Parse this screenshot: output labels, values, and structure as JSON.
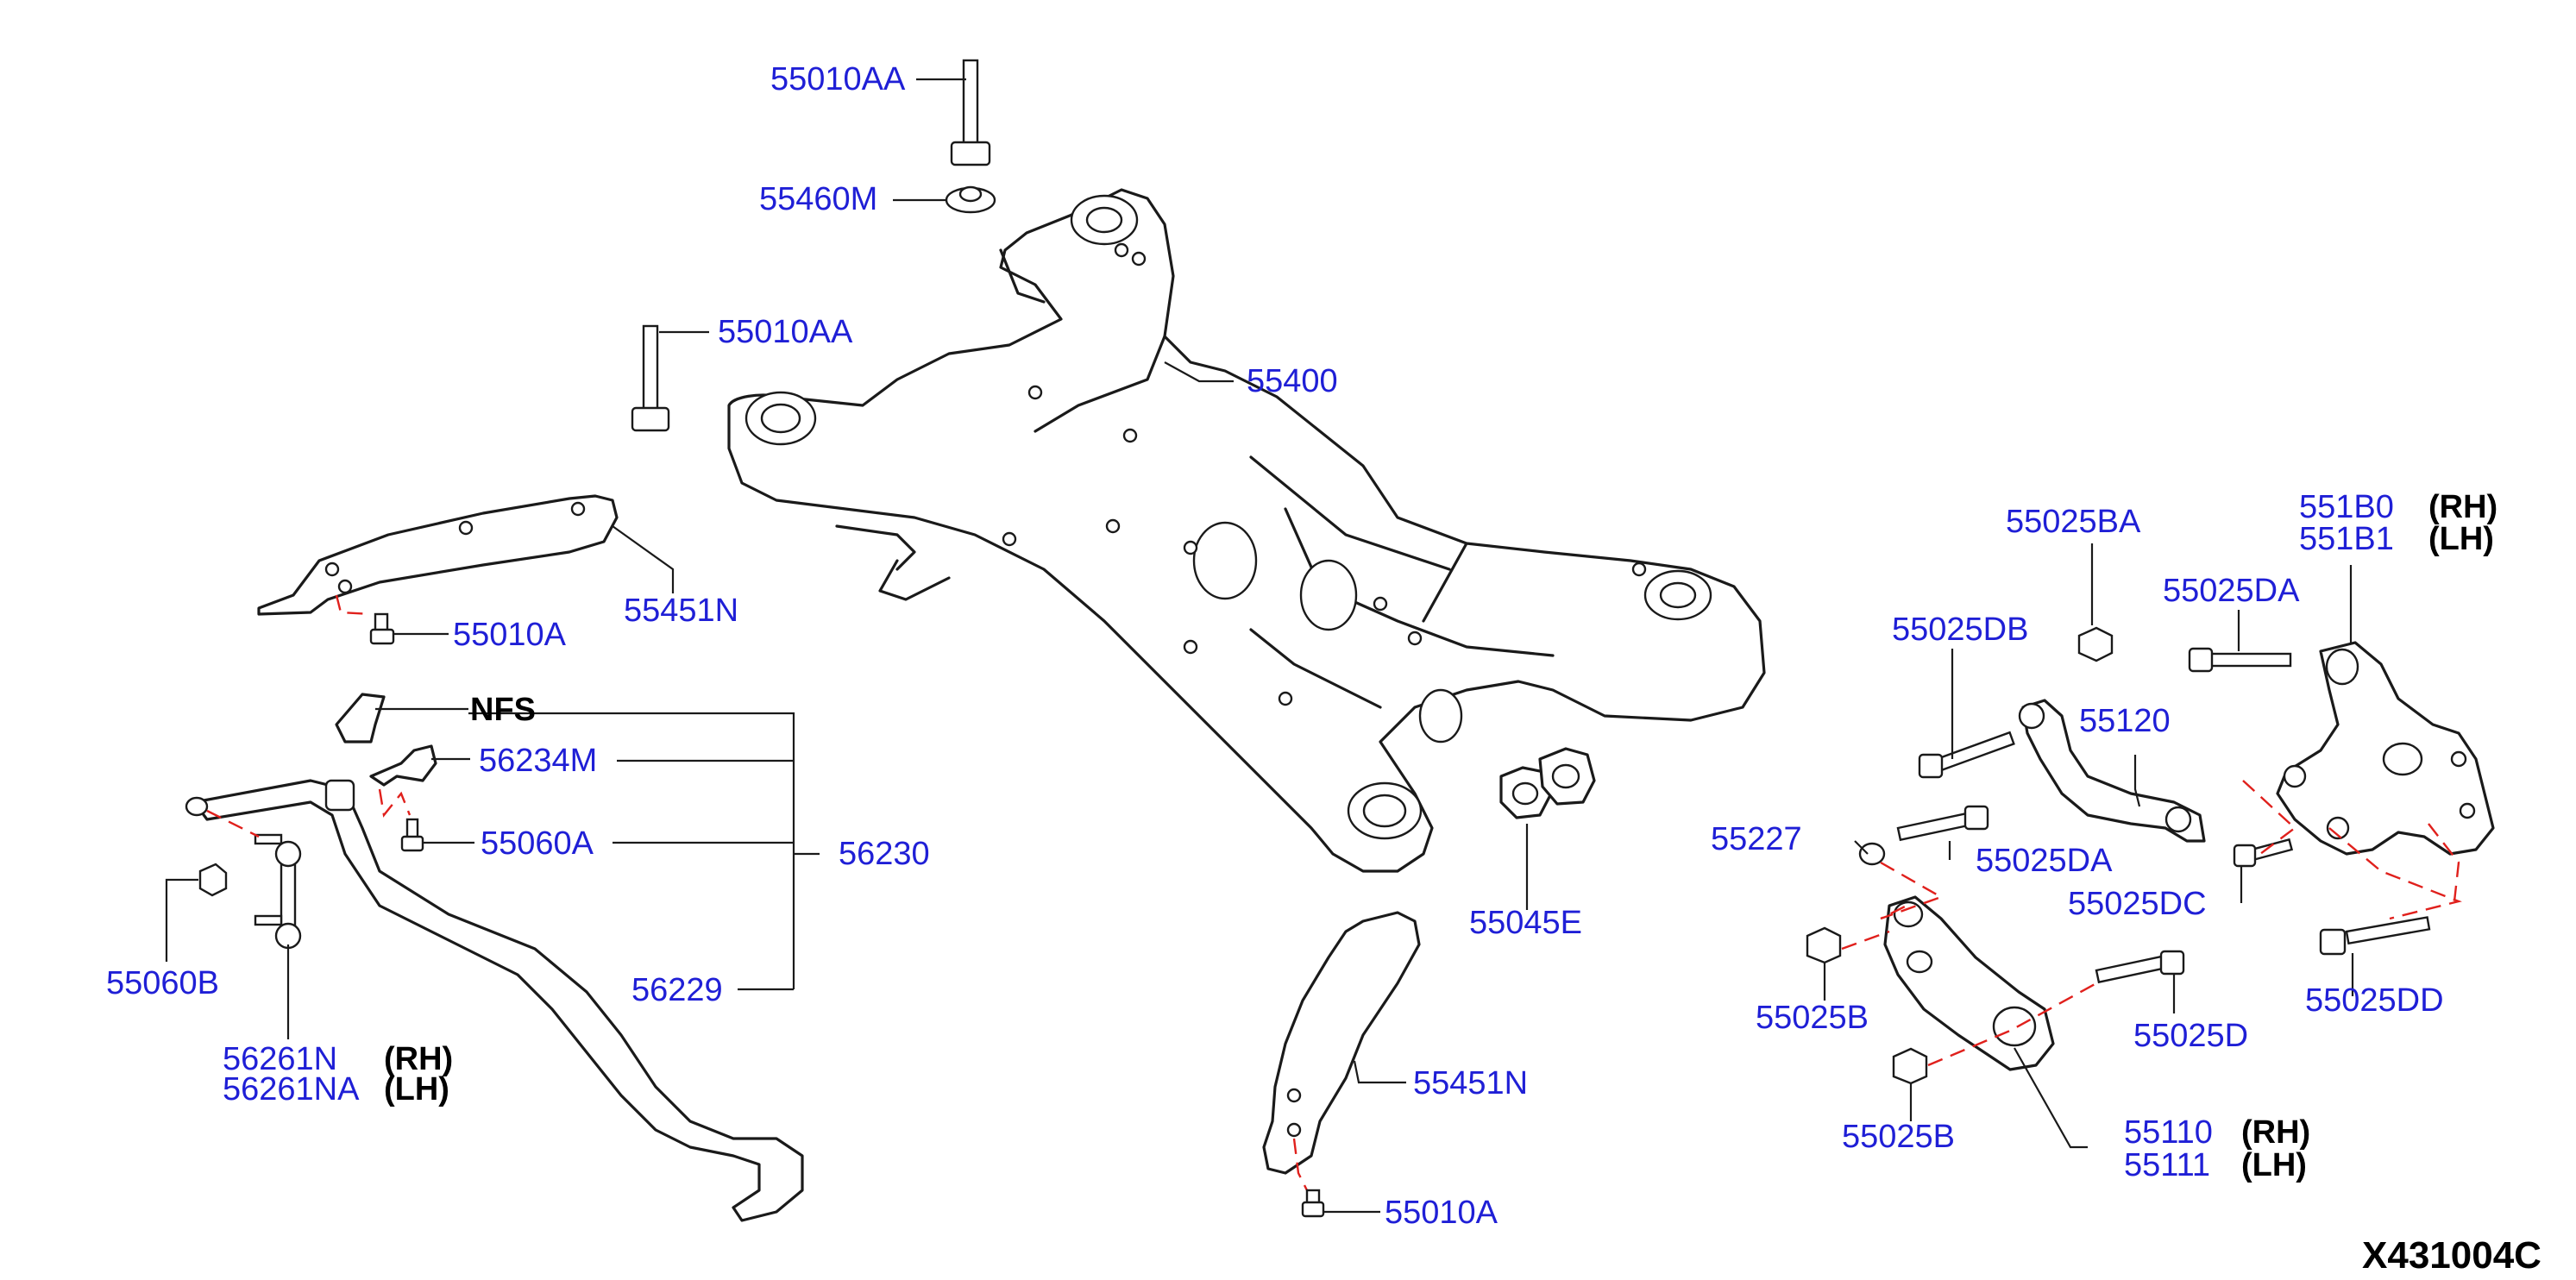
{
  "diagram_code": "X431004C",
  "labels": {
    "c_55010AA_top": "55010AA",
    "c_55460M": "55460M",
    "c_55010AA_mid": "55010AA",
    "c_55400": "55400",
    "c_55451N_left": "55451N",
    "c_55010A_left": "55010A",
    "c_nfs": "NFS",
    "c_56234M": "56234M",
    "c_55060A": "55060A",
    "c_56230": "56230",
    "c_55060B": "55060B",
    "c_56229": "56229",
    "c_56261N": "56261N",
    "c_56261NA": "56261NA",
    "c_55045E": "55045E",
    "c_55451N_bottom": "55451N",
    "c_55010A_bottom": "55010A",
    "c_55025BA": "55025BA",
    "c_551B0": "551B0",
    "c_551B1": "551B1",
    "c_55025DB": "55025DB",
    "c_55025DA_top": "55025DA",
    "c_55120": "55120",
    "c_55227": "55227",
    "c_55025DA_mid": "55025DA",
    "c_55025DC": "55025DC",
    "c_55025B_top": "55025B",
    "c_55025D": "55025D",
    "c_55025DD": "55025DD",
    "c_55025B_bottom": "55025B",
    "c_55110": "55110",
    "c_55111": "55111",
    "rh": "(RH)",
    "lh": "(LH)"
  }
}
